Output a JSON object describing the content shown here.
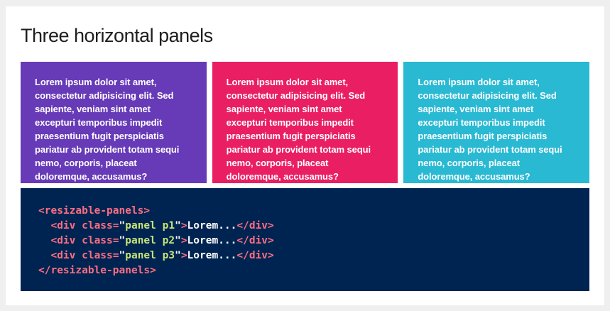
{
  "page": {
    "background_color": "#efefef",
    "card_color": "#ffffff",
    "title": "Three horizontal panels"
  },
  "panels": {
    "text_color": "#ffffff",
    "items": [
      {
        "name": "p1",
        "color": "#673ab7",
        "text": "Lorem ipsum dolor sit amet, consectetur adipisicing elit. Sed sapiente, veniam sint amet excepturi temporibus impedit praesentium fugit perspiciatis pariatur ab provident totam sequi nemo, corporis, placeat doloremque, accusamus?"
      },
      {
        "name": "p2",
        "color": "#e91e63",
        "text": "Lorem ipsum dolor sit amet, consectetur adipisicing elit. Sed sapiente, veniam sint amet excepturi temporibus impedit praesentium fugit perspiciatis pariatur ab provident totam sequi nemo, corporis, placeat doloremque, accusamus?"
      },
      {
        "name": "p3",
        "color": "#29b9d3",
        "text": "Lorem ipsum dolor sit amet, consectetur adipisicing elit. Sed sapiente, veniam sint amet excepturi temporibus impedit praesentium fugit perspiciatis pariatur ab provident totam sequi nemo, corporis, placeat doloremque, accusamus?"
      }
    ]
  },
  "code": {
    "background": "#002451",
    "token_colors": {
      "tag": "#fb6e83",
      "attr_value": "#c5e478",
      "quote": "#ffffff",
      "text": "#ffffff"
    },
    "lines": [
      [
        {
          "t": "tag",
          "v": "<resizable-panels>"
        }
      ],
      [
        {
          "t": "text",
          "v": "  "
        },
        {
          "t": "tag",
          "v": "<div class="
        },
        {
          "t": "quote",
          "v": "\""
        },
        {
          "t": "attr",
          "v": "panel p1"
        },
        {
          "t": "quote",
          "v": "\""
        },
        {
          "t": "tag",
          "v": ">"
        },
        {
          "t": "text",
          "v": "Lorem..."
        },
        {
          "t": "tag",
          "v": "</div>"
        }
      ],
      [
        {
          "t": "text",
          "v": "  "
        },
        {
          "t": "tag",
          "v": "<div class="
        },
        {
          "t": "quote",
          "v": "\""
        },
        {
          "t": "attr",
          "v": "panel p2"
        },
        {
          "t": "quote",
          "v": "\""
        },
        {
          "t": "tag",
          "v": ">"
        },
        {
          "t": "text",
          "v": "Lorem..."
        },
        {
          "t": "tag",
          "v": "</div>"
        }
      ],
      [
        {
          "t": "text",
          "v": "  "
        },
        {
          "t": "tag",
          "v": "<div class="
        },
        {
          "t": "quote",
          "v": "\""
        },
        {
          "t": "attr",
          "v": "panel p3"
        },
        {
          "t": "quote",
          "v": "\""
        },
        {
          "t": "tag",
          "v": ">"
        },
        {
          "t": "text",
          "v": "Lorem..."
        },
        {
          "t": "tag",
          "v": "</div>"
        }
      ],
      [
        {
          "t": "tag",
          "v": "</resizable-panels>"
        }
      ]
    ]
  }
}
